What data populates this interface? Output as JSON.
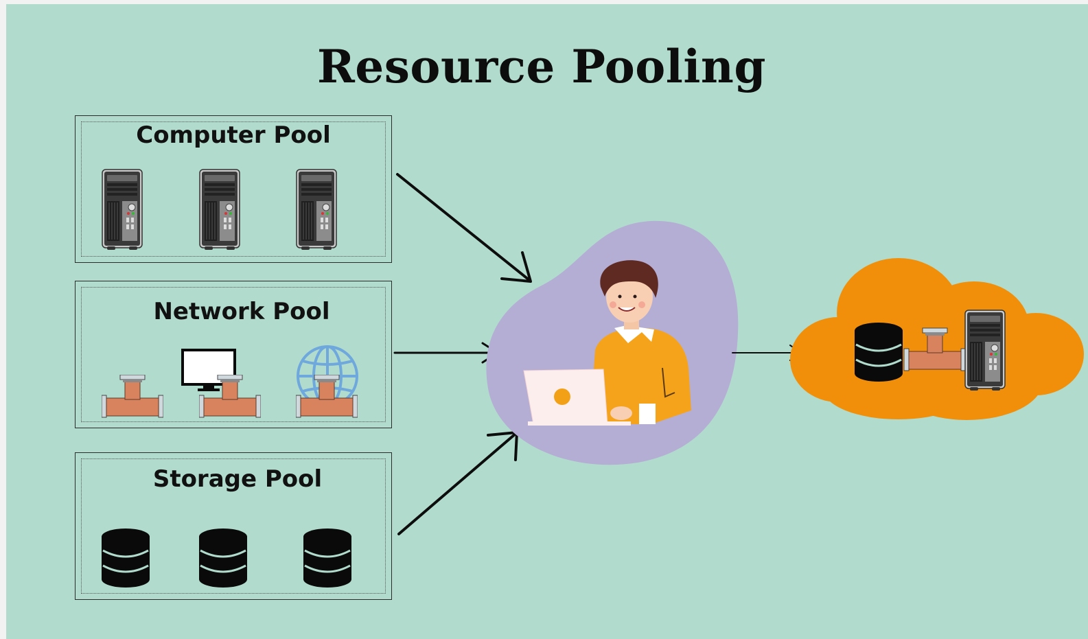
{
  "title": "Resource Pooling",
  "pools": [
    {
      "label": "Computer Pool",
      "icons": [
        "server-tower-icon",
        "server-tower-icon",
        "server-tower-icon"
      ]
    },
    {
      "label": "Network Pool",
      "icons": [
        "pipe-icon",
        "monitor-pipe-icon",
        "globe-pipe-icon"
      ]
    },
    {
      "label": "Storage Pool",
      "icons": [
        "database-icon",
        "database-icon",
        "database-icon"
      ]
    }
  ],
  "center": {
    "icons": [
      "person-with-laptop-icon"
    ]
  },
  "cloud": {
    "icons": [
      "database-icon",
      "pipe-icon",
      "server-tower-icon"
    ]
  },
  "colors": {
    "background": "#b1dccd",
    "blob": "#b5aed4",
    "cloud": "#f18f0b",
    "pipe": "#d8825e",
    "sweater": "#f5a31b"
  }
}
